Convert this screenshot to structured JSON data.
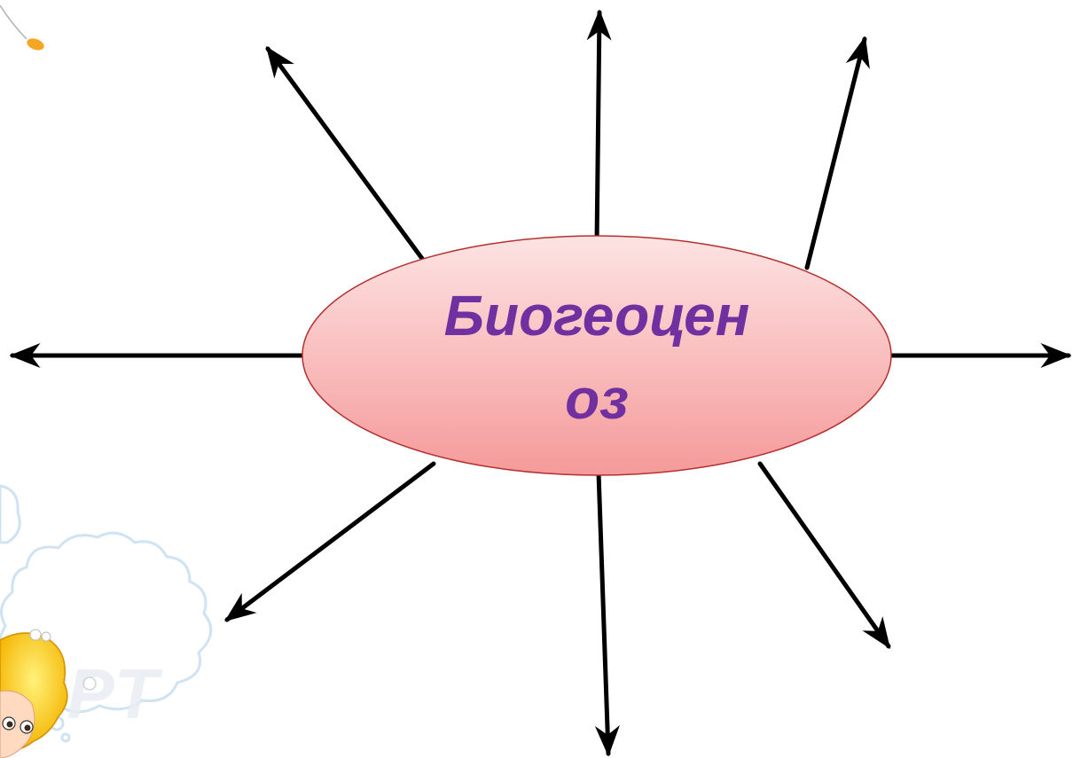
{
  "diagram": {
    "center_label_line1": "Биогеоцен",
    "center_label_line2": "оз",
    "center_fill_top": "#fbdada",
    "center_fill_bottom": "#f59a9a",
    "center_stroke": "#b5302f",
    "text_color": "#7030a0",
    "arrow_color": "#000000"
  },
  "decorations": {
    "watermark_text": "PPT"
  }
}
